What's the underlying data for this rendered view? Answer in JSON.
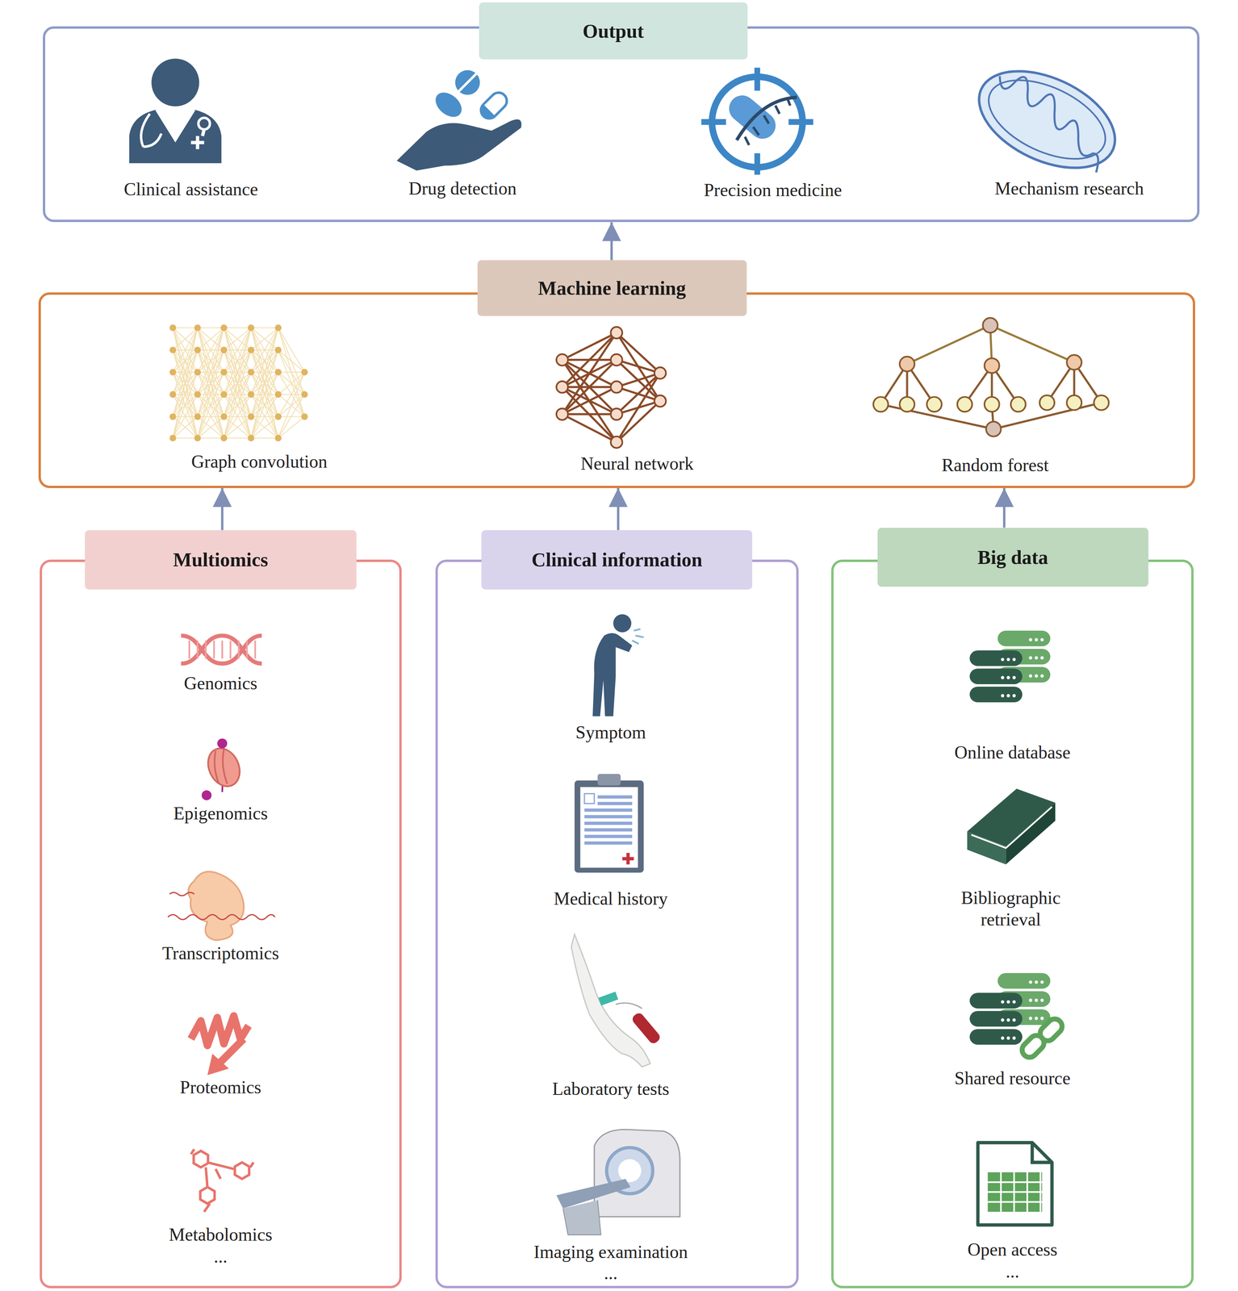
{
  "diagram": {
    "nodes": [
      {
        "text": [
          "Output"
        ]
      },
      {
        "text": [
          "Clinical assistance"
        ],
        "in": 0
      },
      {
        "text": [
          "Drug detection"
        ],
        "in": 0
      },
      {
        "text": [
          "Precision medicine"
        ],
        "in": 0
      },
      {
        "text": [
          "Mechanism research"
        ],
        "in": 0
      },
      {
        "text": [
          "Machine learning"
        ]
      },
      {
        "text": [
          "Graph convolution"
        ],
        "in": 5
      },
      {
        "text": [
          "Neural network"
        ],
        "in": 5
      },
      {
        "text": [
          "Random forest"
        ],
        "in": 5
      },
      {
        "text": [
          "Multiomics"
        ]
      },
      {
        "text": [
          "Genomics"
        ],
        "in": 9
      },
      {
        "text": [
          "Epigenomics"
        ],
        "in": 9
      },
      {
        "text": [
          "Transcriptomics"
        ],
        "in": 9
      },
      {
        "text": [
          "Proteomics"
        ],
        "in": 9
      },
      {
        "text": [
          "Metabolomics"
        ],
        "in": 9
      },
      {
        "text": [
          "Clinical information"
        ]
      },
      {
        "text": [
          "Symptom"
        ],
        "in": 15
      },
      {
        "text": [
          "Medical history"
        ],
        "in": 15
      },
      {
        "text": [
          "Laboratory tests"
        ],
        "in": 15
      },
      {
        "text": [
          "Imaging examination"
        ],
        "in": 15
      },
      {
        "text": [
          "Big data"
        ]
      },
      {
        "text": [
          "Online database"
        ],
        "in": 20
      },
      {
        "text": [
          "Bibliographic retrieval"
        ],
        "in": 20
      },
      {
        "text": [
          "Shared resource"
        ],
        "in": 20
      },
      {
        "text": [
          "Open access"
        ],
        "in": 20
      }
    ],
    "edges": [
      {
        "from": 5,
        "to": 0,
        "arrow": "to"
      },
      {
        "from": 9,
        "to": 5,
        "arrow": "to"
      },
      {
        "from": 15,
        "to": 5,
        "arrow": "to"
      },
      {
        "from": 20,
        "to": 5,
        "arrow": "to"
      }
    ],
    "labels": [
      "...",
      "...",
      "..."
    ]
  }
}
